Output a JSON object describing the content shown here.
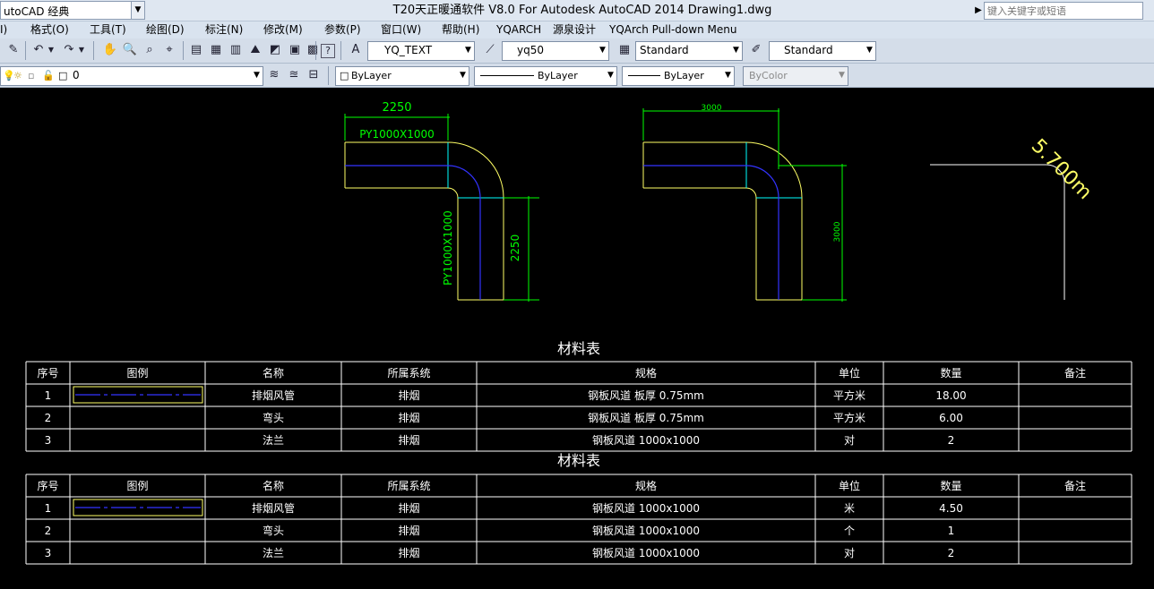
{
  "titlebar": {
    "workspace": "utoCAD 经典",
    "title": "T20天正暖通软件 V8.0 For Autodesk AutoCAD 2014    Drawing1.dwg",
    "search_placeholder": "键入关键字或短语"
  },
  "menu": [
    "I)",
    "格式(O)",
    "工具(T)",
    "绘图(D)",
    "标注(N)",
    "修改(M)",
    "参数(P)",
    "窗口(W)",
    "帮助(H)",
    "YQARCH",
    "源泉设计",
    "YQArch Pull-down Menu"
  ],
  "toolbar": {
    "text_style": "YQ_TEXT",
    "dim_style": "yq50",
    "table_style": "Standard",
    "multileader_style": "Standard",
    "layer": "0",
    "color": "ByLayer",
    "linetype": "ByLayer",
    "lineweight": "ByLayer",
    "plotstyle": "ByColor"
  },
  "drawing": {
    "elbow1": {
      "top_dim": "2250",
      "top_label": "PY1000X1000",
      "side_dim": "2250",
      "side_label": "PY1000X1000"
    },
    "elbow2": {
      "top_dim": "3000",
      "side_dim": "3000"
    },
    "corner_text": "5.700m"
  },
  "tables": [
    {
      "title": "材料表",
      "headers": [
        "序号",
        "图例",
        "名称",
        "所属系统",
        "规格",
        "单位",
        "数量",
        "备注"
      ],
      "rows": [
        [
          "1",
          "",
          "排烟风管",
          "排烟",
          "钢板风道 板厚 0.75mm",
          "平方米",
          "18.00",
          ""
        ],
        [
          "2",
          "",
          "弯头",
          "排烟",
          "钢板风道 板厚 0.75mm",
          "平方米",
          "6.00",
          ""
        ],
        [
          "3",
          "",
          "法兰",
          "排烟",
          "钢板风道 1000x1000",
          "对",
          "2",
          ""
        ]
      ]
    },
    {
      "title": "材料表",
      "headers": [
        "序号",
        "图例",
        "名称",
        "所属系统",
        "规格",
        "单位",
        "数量",
        "备注"
      ],
      "rows": [
        [
          "1",
          "",
          "排烟风管",
          "排烟",
          "钢板风道 1000x1000",
          "米",
          "4.50",
          ""
        ],
        [
          "2",
          "",
          "弯头",
          "排烟",
          "钢板风道 1000x1000",
          "个",
          "1",
          ""
        ],
        [
          "3",
          "",
          "法兰",
          "排烟",
          "钢板风道 1000x1000",
          "对",
          "2",
          ""
        ]
      ]
    }
  ],
  "colors": {
    "duct": "#ffff66",
    "centerline": "#3333ff",
    "dimension": "#00ff00",
    "table_line": "#ffffff",
    "canvas": "#000000"
  }
}
